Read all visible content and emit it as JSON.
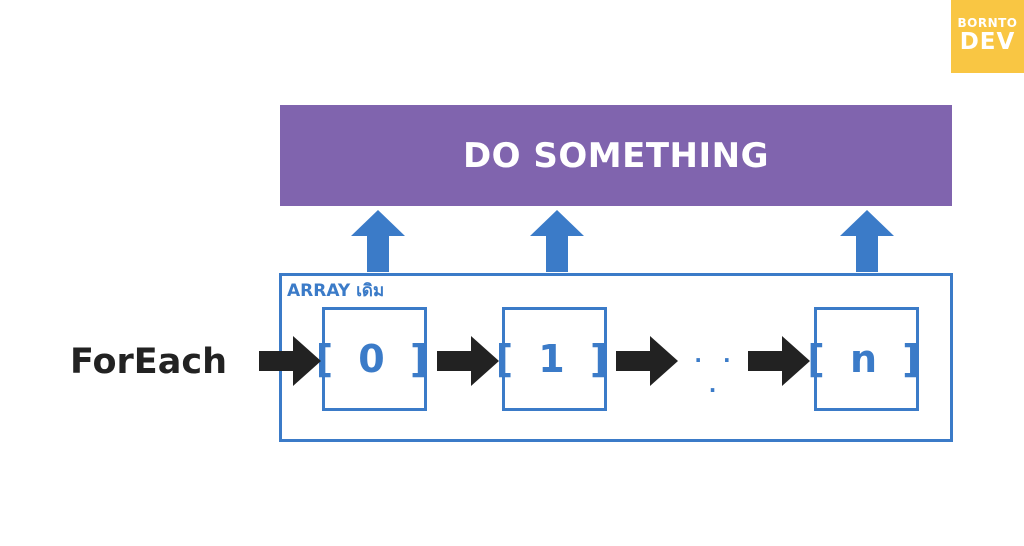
{
  "logo": {
    "line1": "BORNTO",
    "line2": "DEV"
  },
  "banner": {
    "text": "DO SOMETHING"
  },
  "array": {
    "label": "ARRAY เดิม",
    "elements": [
      "[ 0 ]",
      "[ 1 ]",
      "[ n ]"
    ],
    "ellipsis": "· · ·"
  },
  "foreach": {
    "label": "ForEach"
  },
  "colors": {
    "banner": "#8064ae",
    "blue": "#3b7bc8",
    "dark": "#222222",
    "logo_bg": "#f9c643"
  }
}
